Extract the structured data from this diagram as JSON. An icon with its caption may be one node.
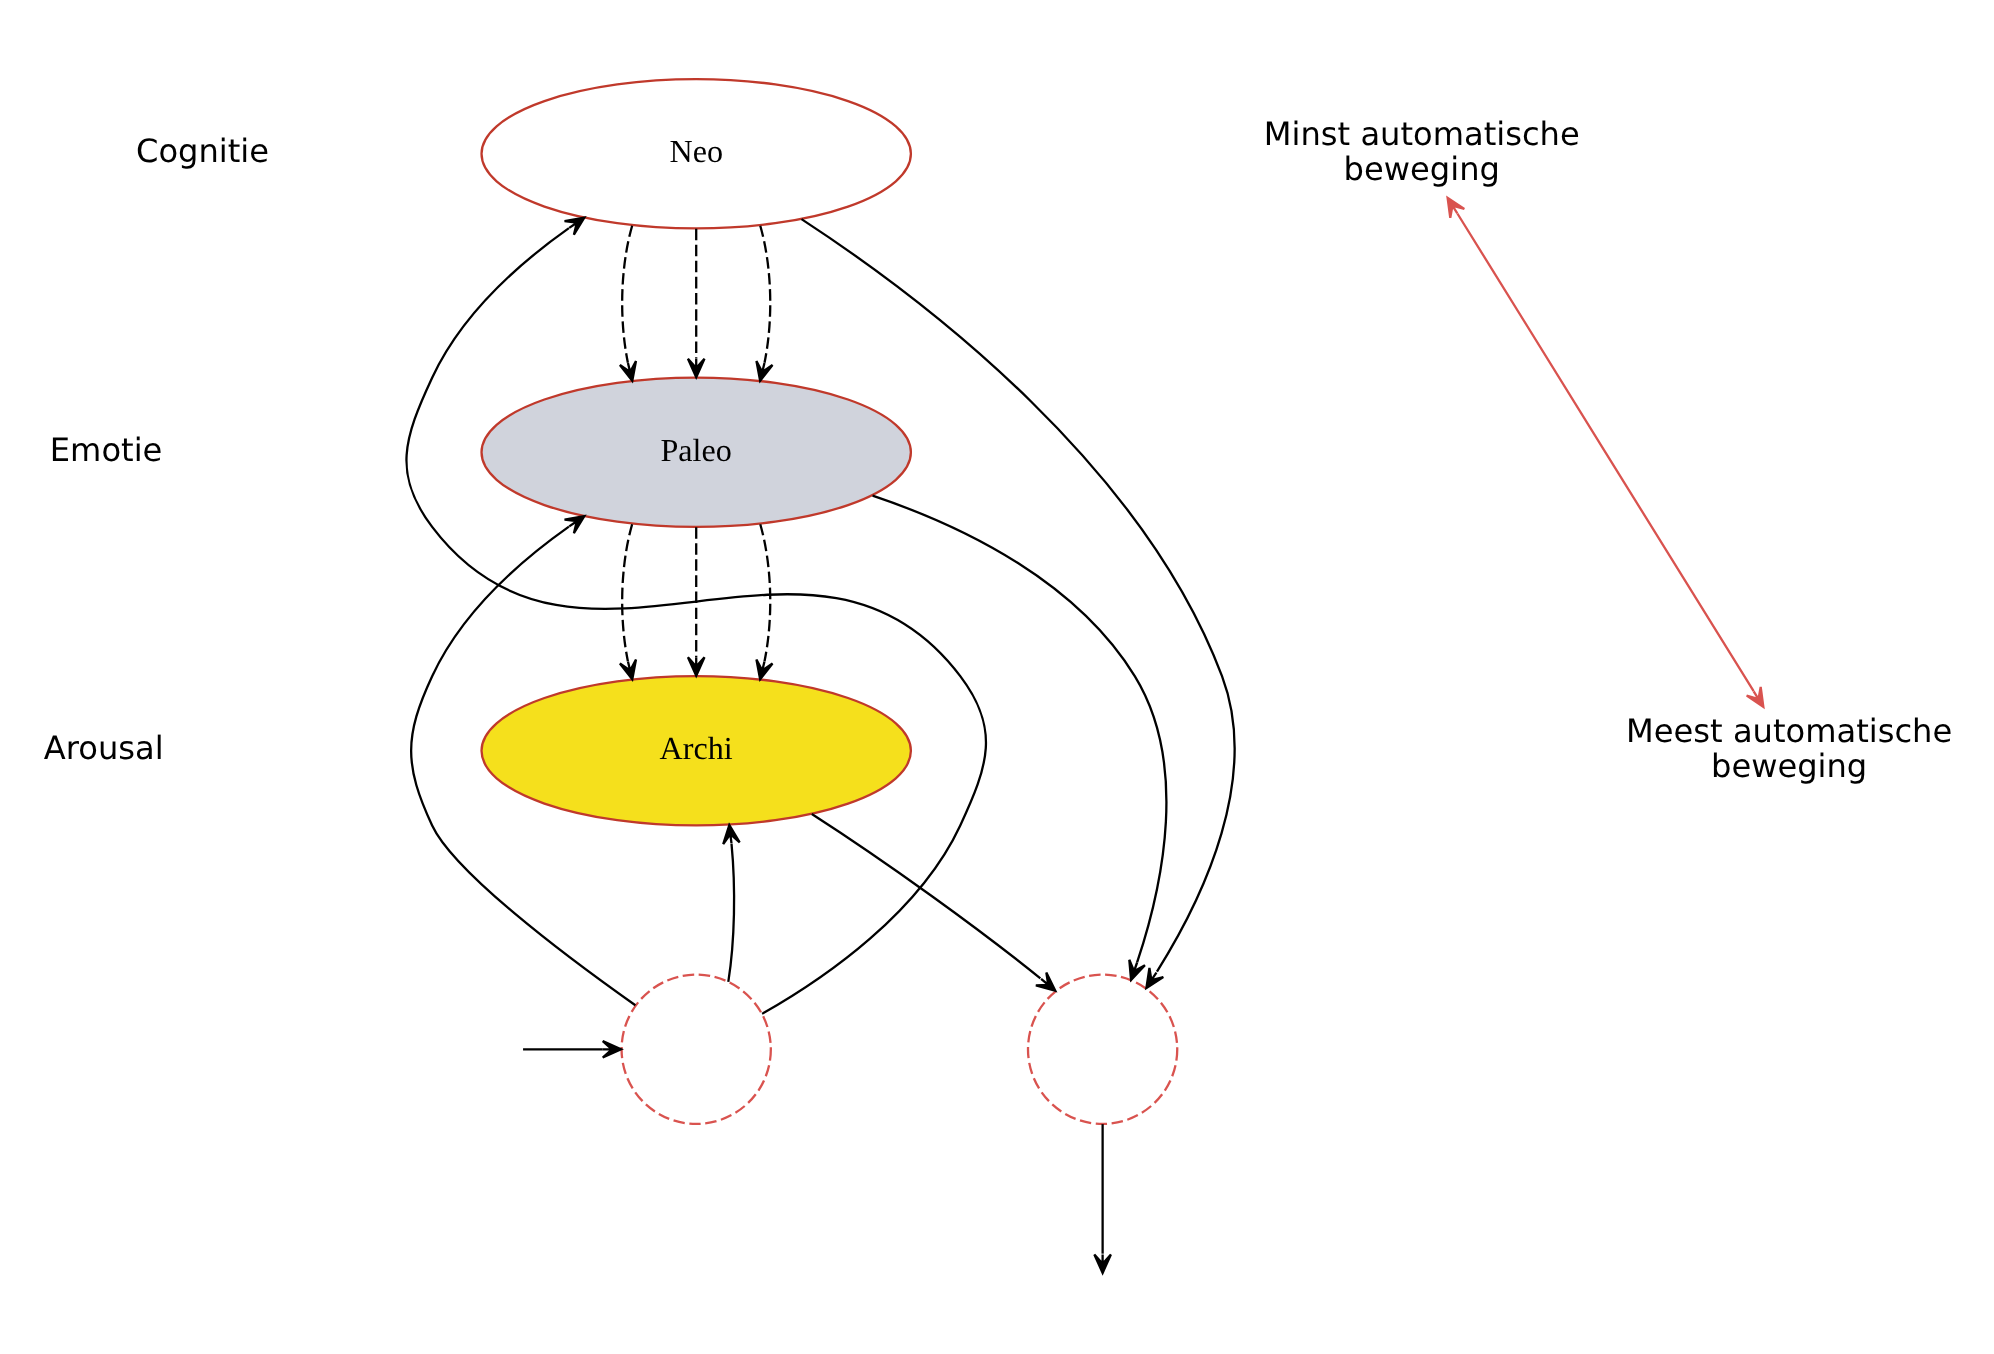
{
  "diagram": {
    "nodes": [
      {
        "text": [
          "Neo"
        ]
      },
      {
        "text": [
          "Paleo"
        ]
      },
      {
        "text": [
          "Archi"
        ]
      },
      {
        "text": [],
        "shape": "circle"
      },
      {
        "text": [],
        "shape": "circle"
      },
      {
        "text": [
          "Minst automatische beweging"
        ]
      },
      {
        "text": [
          "Meest automatische beweging"
        ]
      }
    ],
    "edges": [
      {
        "from": null,
        "to": 3,
        "arrow": "to"
      },
      {
        "from": 3,
        "to": 0,
        "arrow": "to"
      },
      {
        "from": 3,
        "to": 1,
        "arrow": "to"
      },
      {
        "from": 3,
        "to": 2,
        "arrow": "to"
      },
      {
        "from": 0,
        "to": 1,
        "arrow": "to",
        "style": "dashed"
      },
      {
        "from": 0,
        "to": 1,
        "arrow": "to",
        "style": "dashed"
      },
      {
        "from": 0,
        "to": 1,
        "arrow": "to",
        "style": "dashed"
      },
      {
        "from": 1,
        "to": 2,
        "arrow": "to",
        "style": "dashed"
      },
      {
        "from": 1,
        "to": 2,
        "arrow": "to",
        "style": "dashed"
      },
      {
        "from": 1,
        "to": 2,
        "arrow": "to",
        "style": "dashed"
      },
      {
        "from": 0,
        "to": 4,
        "arrow": "to"
      },
      {
        "from": 1,
        "to": 4,
        "arrow": "to"
      },
      {
        "from": 2,
        "to": 4,
        "arrow": "to"
      },
      {
        "from": 4,
        "to": null,
        "arrow": "to"
      },
      {
        "from": 5,
        "to": 6,
        "arrow": "both",
        "color": "#d9534f"
      }
    ],
    "labels": [
      "Cognitie",
      "Emotie",
      "Arousal"
    ]
  }
}
